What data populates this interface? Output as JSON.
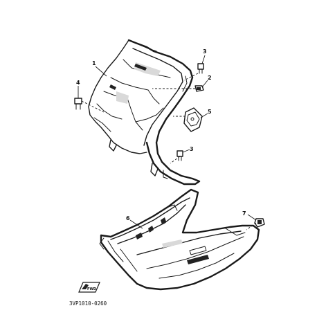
{
  "diagram": {
    "part_code": "3VP1010-0260",
    "fwd_label": "FWD",
    "callouts": {
      "c1": "1",
      "c2": "2",
      "c3a": "3",
      "c3b": "3",
      "c4": "4",
      "c5": "5",
      "c6": "6",
      "c7": "7"
    }
  },
  "colors": {
    "ink": "#1a1a1a",
    "background": "#ffffff"
  }
}
